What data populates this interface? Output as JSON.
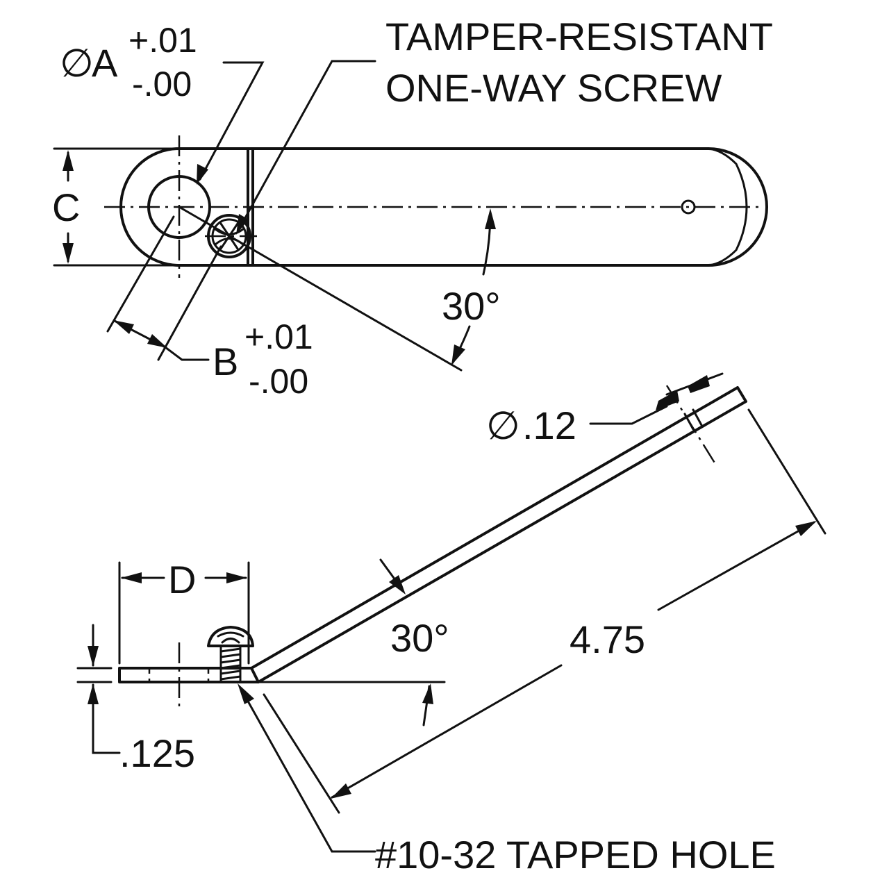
{
  "labels": {
    "dia_a_symbol": "∅",
    "dia_a_letter": "A",
    "dia_a_tol_plus": "+.01",
    "dia_a_tol_minus": "-.00",
    "screw_line1": "TAMPER-RESISTANT",
    "screw_line2": "ONE-WAY SCREW",
    "dim_c": "C",
    "angle_top": "30°",
    "dim_b": "B",
    "dim_b_tol_plus": "+.01",
    "dim_b_tol_minus": "-.00",
    "hole_dia_symbol": "∅",
    "hole_dia_value": ".12",
    "dim_d": "D",
    "angle_side": "30°",
    "length": "4.75",
    "thickness": ".125",
    "tapped_hole": "#10-32 TAPPED HOLE"
  }
}
